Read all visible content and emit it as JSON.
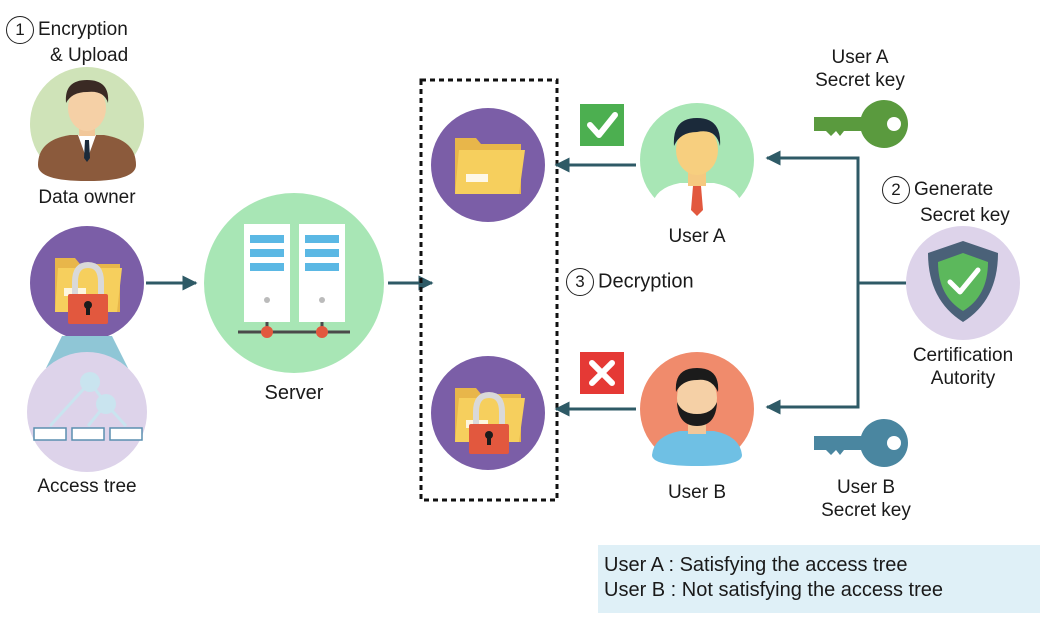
{
  "steps": {
    "encryption": {
      "number": "1",
      "line1": "Encryption",
      "line2": "& Upload"
    },
    "generate": {
      "number": "2",
      "line1": "Generate",
      "line2": "Secret key"
    },
    "decryption": {
      "number": "3",
      "text": "Decryption"
    }
  },
  "labels": {
    "data_owner": "Data owner",
    "access_tree": "Access tree",
    "server": "Server",
    "user_a": "User A",
    "user_b": "User B",
    "cert_line1": "Certification",
    "cert_line2": "Autority",
    "user_a_key_line1": "User A",
    "user_a_key_line2": "Secret key",
    "user_b_key_line1": "User B",
    "user_b_key_line2": "Secret key"
  },
  "legend": {
    "line1": "User A : Satisfying the access tree",
    "line2": "User B : Not satisfying the access tree"
  },
  "colors": {
    "arrow": "#2e5a66",
    "purple": "#7b5ea7",
    "green_circle": "#a8e6b5",
    "orange_circle": "#f08b6c",
    "folder": "#f6cf5d",
    "lock": "#e2583e",
    "check": "#4caf50",
    "cross": "#e53935",
    "key_a": "#5a9a3e",
    "key_b": "#4a86a0"
  }
}
